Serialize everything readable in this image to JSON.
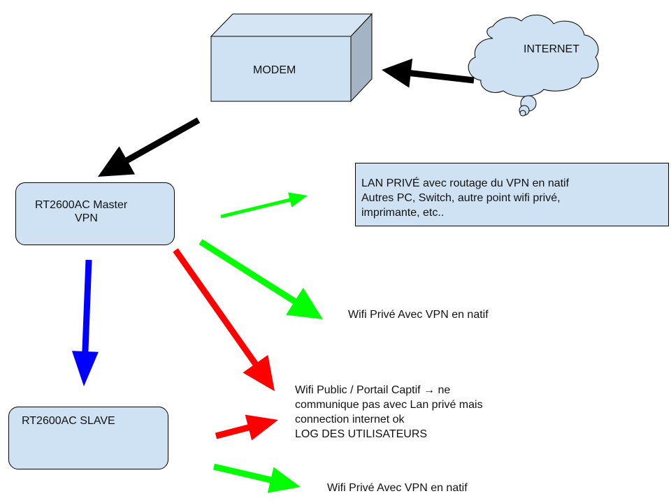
{
  "nodes": {
    "modem": {
      "label": "MODEM"
    },
    "internet": {
      "label": "INTERNET"
    },
    "master": {
      "line1": "RT2600AC Master",
      "line2": "VPN"
    },
    "slave": {
      "label": "RT2600AC SLAVE"
    },
    "lan": {
      "line1": "LAN PRIVÉ avec routage du VPN en natif",
      "line2": "Autres PC, Switch, autre point wifi privé,",
      "line3": "imprimante, etc.."
    },
    "wifi_private_master": {
      "label": "Wifi Privé Avec VPN en natif"
    },
    "wifi_public": {
      "line1": "Wifi Public / Portail Captif → ne",
      "line2": "communique pas avec Lan privé mais",
      "line3": "connection internet ok",
      "line4": "LOG DES UTILISATEURS"
    },
    "wifi_private_slave": {
      "label": "Wifi Privé Avec VPN en natif"
    }
  },
  "edges": [
    {
      "id": "internet-to-modem",
      "color": "#000000"
    },
    {
      "id": "modem-to-master",
      "color": "#000000"
    },
    {
      "id": "master-to-slave",
      "color": "#0000ff"
    },
    {
      "id": "master-to-lan",
      "color": "#00ff00"
    },
    {
      "id": "master-to-wifi-private",
      "color": "#00ff00"
    },
    {
      "id": "master-to-wifi-public",
      "color": "#ff0000"
    },
    {
      "id": "slave-to-wifi-public",
      "color": "#ff0000"
    },
    {
      "id": "slave-to-wifi-private",
      "color": "#00ff00"
    }
  ],
  "colors": {
    "node_fill": "#cfe2f3",
    "modem_side": "#a4b4c4"
  }
}
